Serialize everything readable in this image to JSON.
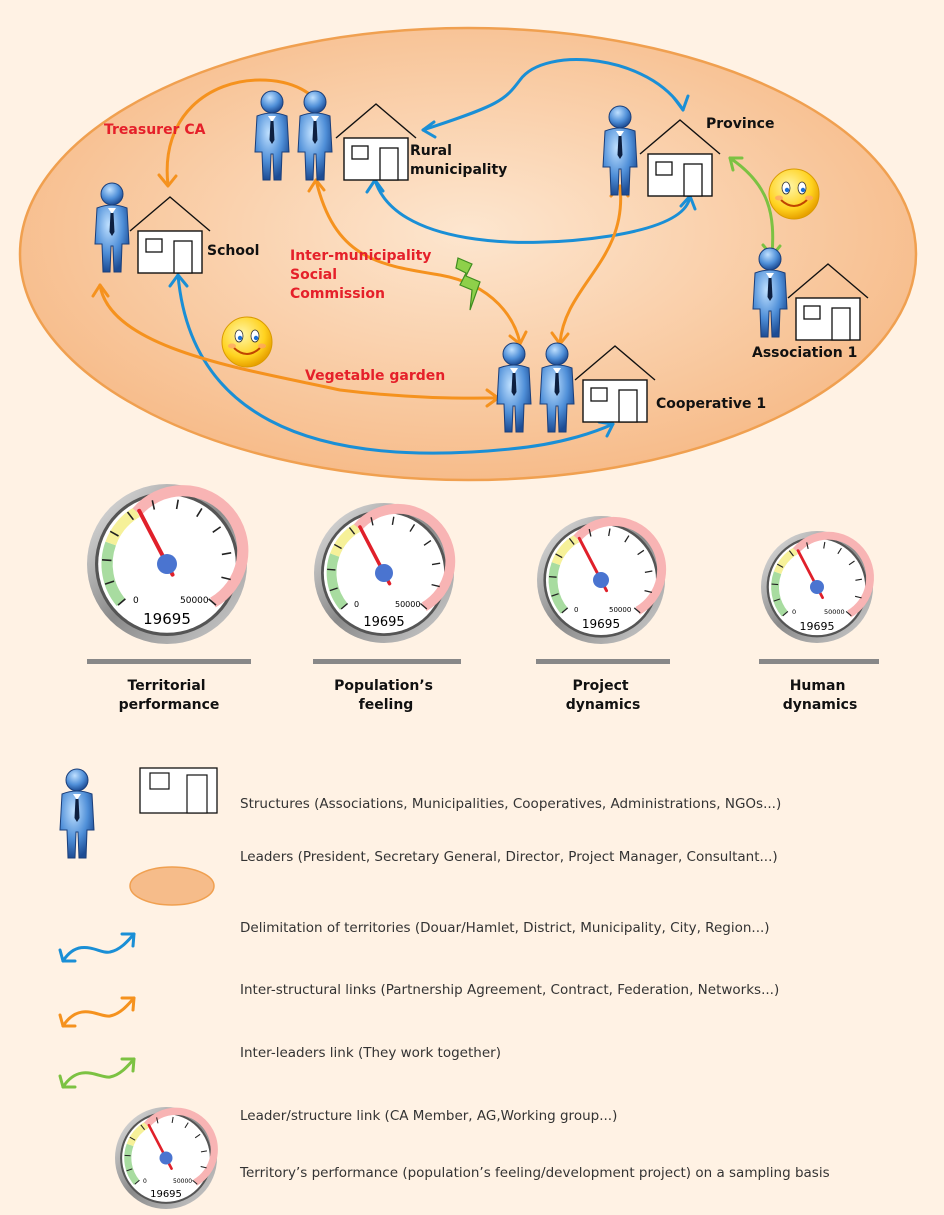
{
  "colors": {
    "background": "#fff2e4",
    "territory_fill": "#f8c89c",
    "territory_stroke": "#f0a050",
    "structural_link": "#1a8fd6",
    "leader_link": "#f5921e",
    "leader_structure_link": "#7cc242",
    "red_labels": "#e5202a"
  },
  "nodes": {
    "rural_municipality": [
      "Rural",
      "municipality"
    ],
    "province": "Province",
    "school": "School",
    "association": "Association 1",
    "cooperative": "Cooperative 1"
  },
  "link_labels": {
    "treasurer": "Treasurer CA",
    "social_commission": [
      "Inter-municipality",
      "Social",
      "Commission"
    ],
    "vegetable_garden": "Vegetable garden"
  },
  "gauges": [
    {
      "title": [
        "Territorial",
        "performance"
      ],
      "value": "19695",
      "min": "0",
      "max": "50000",
      "needle_fraction": 0.394
    },
    {
      "title": [
        "Population’s",
        "feeling"
      ],
      "value": "19695",
      "min": "0",
      "max": "50000",
      "needle_fraction": 0.394
    },
    {
      "title": [
        "Project",
        "dynamics"
      ],
      "value": "19695",
      "min": "0",
      "max": "50000",
      "needle_fraction": 0.394
    },
    {
      "title": [
        "Human",
        "dynamics"
      ],
      "value": "19695",
      "min": "0",
      "max": "50000",
      "needle_fraction": 0.394
    }
  ],
  "legend": {
    "structures": "Structures (Associations, Municipalities, Cooperatives, Administrations, NGOs...)",
    "leaders": "Leaders (President, Secretary General, Director, Project Manager, Consultant...)",
    "territories": "Delimitation of territories (Douar/Hamlet, District, Municipality, City, Region...)",
    "structural_links": "Inter-structural links (Partnership Agreement, Contract, Federation, Networks...)",
    "leader_links": "Inter-leaders link (They work together)",
    "leader_structure": "Leader/structure link (CA Member, AG,Working group...)",
    "performance": "Territory’s performance (population’s feeling/development project) on a sampling basis",
    "gauge_value": "19695",
    "gauge_min": "0",
    "gauge_max": "50000"
  }
}
